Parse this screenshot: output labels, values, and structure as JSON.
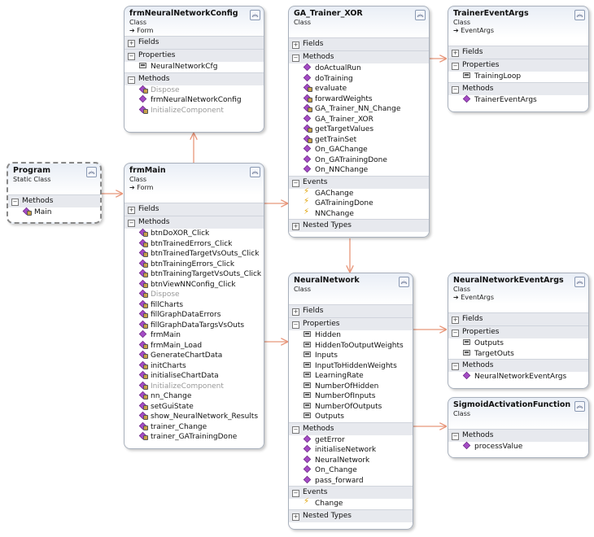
{
  "classes": {
    "config": {
      "name": "frmNeuralNetworkConfig",
      "kind": "Class",
      "base": "Form",
      "fields_label": "Fields",
      "properties_label": "Properties",
      "properties": [
        "NeuralNetworkCfg"
      ],
      "methods_label": "Methods",
      "methods": [
        "Dispose",
        "frmNeuralNetworkConfig",
        "InitializeComponent"
      ]
    },
    "ga": {
      "name": "GA_Trainer_XOR",
      "kind": "Class",
      "fields_label": "Fields",
      "methods_label": "Methods",
      "methods": [
        "doActualRun",
        "doTraining",
        "evaluate",
        "forwardWeights",
        "GA_Trainer_NN_Change",
        "GA_Trainer_XOR",
        "getTargetValues",
        "getTrainSet",
        "On_GAChange",
        "On_GATrainingDone",
        "On_NNChange"
      ],
      "events_label": "Events",
      "events": [
        "GAChange",
        "GATrainingDone",
        "NNChange"
      ],
      "nested_label": "Nested Types"
    },
    "trainer": {
      "name": "TrainerEventArgs",
      "kind": "Class",
      "base": "EventArgs",
      "fields_label": "Fields",
      "properties_label": "Properties",
      "properties": [
        "TrainingLoop"
      ],
      "methods_label": "Methods",
      "methods": [
        "TrainerEventArgs"
      ]
    },
    "program": {
      "name": "Program",
      "kind": "Static Class",
      "methods_label": "Methods",
      "methods": [
        "Main"
      ]
    },
    "main": {
      "name": "frmMain",
      "kind": "Class",
      "base": "Form",
      "fields_label": "Fields",
      "methods_label": "Methods",
      "methods": [
        "btnDoXOR_Click",
        "btnTrainedErrors_Click",
        "btnTrainedTargetVsOuts_Click",
        "btnTrainingErrors_Click",
        "btnTrainingTargetVsOuts_Click",
        "btnViewNNConfig_Click",
        "Dispose",
        "fillCharts",
        "fillGraphDataErrors",
        "fillGraphDataTargsVsOuts",
        "frmMain",
        "frmMain_Load",
        "GenerateChartData",
        "initCharts",
        "initialiseChartData",
        "InitializeComponent",
        "nn_Change",
        "setGuiState",
        "show_NeuralNetwork_Results",
        "trainer_Change",
        "trainer_GATrainingDone"
      ]
    },
    "nn": {
      "name": "NeuralNetwork",
      "kind": "Class",
      "fields_label": "Fields",
      "properties_label": "Properties",
      "properties": [
        "Hidden",
        "HiddenToOutputWeights",
        "Inputs",
        "InputToHiddenWeights",
        "LearningRate",
        "NumberOfHidden",
        "NumberOfInputs",
        "NumberOfOutputs",
        "Outputs"
      ],
      "methods_label": "Methods",
      "methods": [
        "getError",
        "initialiseNetwork",
        "NeuralNetwork",
        "On_Change",
        "pass_forward"
      ],
      "events_label": "Events",
      "events": [
        "Change"
      ],
      "nested_label": "Nested Types"
    },
    "nnargs": {
      "name": "NeuralNetworkEventArgs",
      "kind": "Class",
      "base": "EventArgs",
      "fields_label": "Fields",
      "properties_label": "Properties",
      "properties": [
        "Outputs",
        "TargetOuts"
      ],
      "methods_label": "Methods",
      "methods": [
        "NeuralNetworkEventArgs"
      ]
    },
    "sigmoid": {
      "name": "SigmoidActivationFunction",
      "kind": "Class",
      "methods_label": "Methods",
      "methods": [
        "processValue"
      ]
    }
  },
  "icons": {
    "collapse": "double-chevron-up-icon",
    "method": "method-icon",
    "property": "property-icon",
    "event": "event-icon",
    "inherit": "arrow-right-icon"
  },
  "colors": {
    "connector": "#e8967a",
    "header_start": "#e9eef6",
    "section_bg": "#e7e9ee",
    "method_icon": "#a44bc4"
  }
}
